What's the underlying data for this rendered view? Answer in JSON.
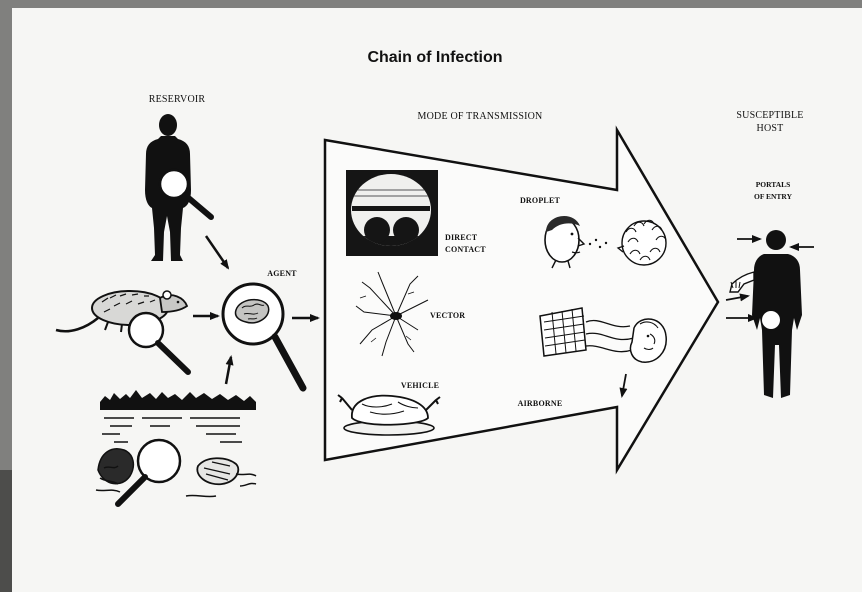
{
  "title": "Chain of Infection",
  "labels": {
    "reservoir": "RESERVOIR",
    "mode_of_transmission": "MODE OF TRANSMISSION",
    "susceptible_host": [
      "SUSCEPTIBLE",
      "HOST"
    ],
    "portals_of_entry": [
      "PORTALS",
      "OF ENTRY"
    ],
    "agent": "AGENT",
    "droplet": "DROPLET",
    "direct_contact": [
      "DIRECT",
      "CONTACT"
    ],
    "vector": "VECTOR",
    "vehicle": "VEHICLE",
    "airborne": "AIRBORNE"
  },
  "colors": {
    "frame": "#80807e",
    "page": "#f6f6f4",
    "ink": "#111111"
  },
  "icons": [
    "human-reservoir-figure",
    "rat-icon",
    "magnifier-icon",
    "landscape-icon",
    "transmission-arrow",
    "kissing-couple-icon",
    "sneezing-head-icon",
    "insect-vector-icon",
    "roast-turkey-icon",
    "airborne-icon",
    "human-host-figure"
  ]
}
